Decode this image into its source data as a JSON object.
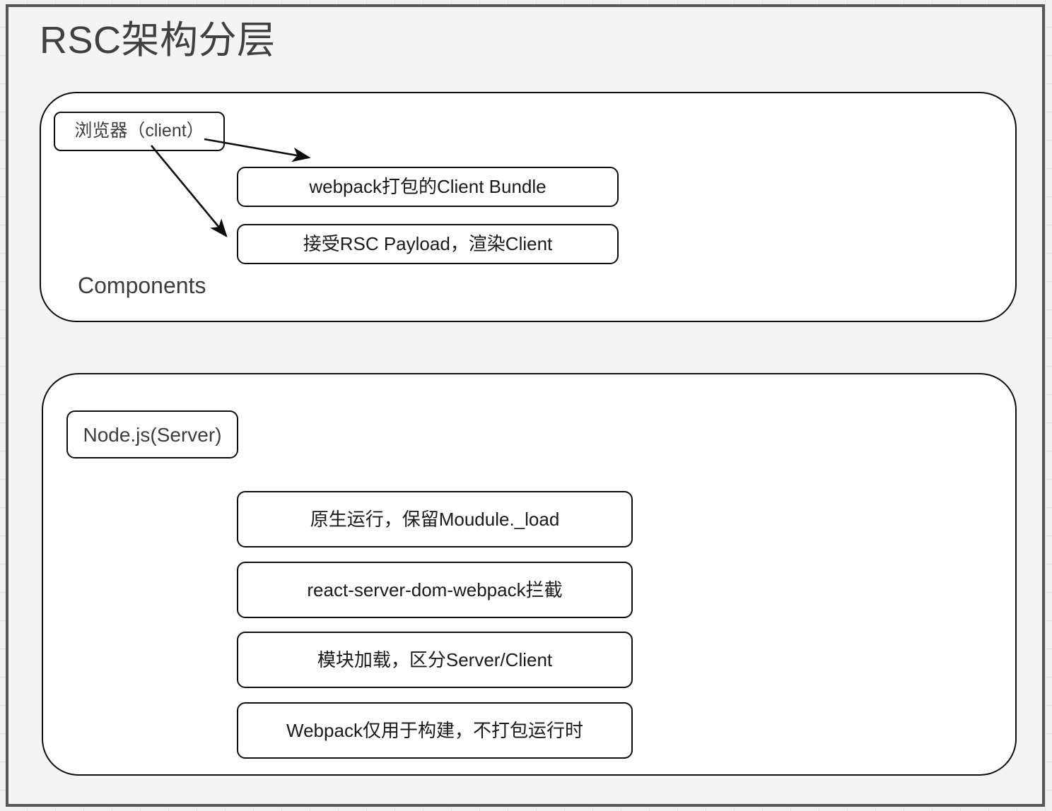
{
  "canvas": {
    "title": "RSC架构分层",
    "background_color": "#f4f4f4",
    "border_color": "#565656"
  },
  "groups": [
    {
      "id": "client-layer",
      "nodes": [
        {
          "id": "browser",
          "label": "浏览器（client）"
        },
        {
          "id": "client-bundle",
          "label": "webpack打包的Client Bundle"
        },
        {
          "id": "rsc-payload",
          "label": "接受RSC Payload，渲染Client"
        }
      ],
      "free_label": "Components"
    },
    {
      "id": "server-layer",
      "nodes": [
        {
          "id": "nodejs",
          "label": "Node.js(Server)"
        },
        {
          "id": "native-run",
          "label": "原生运行，保留Moudule._load"
        },
        {
          "id": "rsd-webpack",
          "label": "react-server-dom-webpack拦截"
        },
        {
          "id": "module-load",
          "label": "模块加载，区分Server/Client"
        },
        {
          "id": "webpack-build",
          "label": "Webpack仅用于构建，不打包运行时"
        }
      ]
    }
  ],
  "arrows": [
    {
      "id": "browser-to-client-bundle",
      "from": "browser",
      "to": "client-bundle"
    },
    {
      "id": "browser-to-rsc-payload",
      "from": "browser",
      "to": "rsc-payload"
    }
  ],
  "colors": {
    "stroke": "#0d0d0d",
    "node_fill": "#ffffff",
    "title_text": "#404040",
    "body_text": "#1a1a1a",
    "label_text": "#3d3d3d"
  }
}
